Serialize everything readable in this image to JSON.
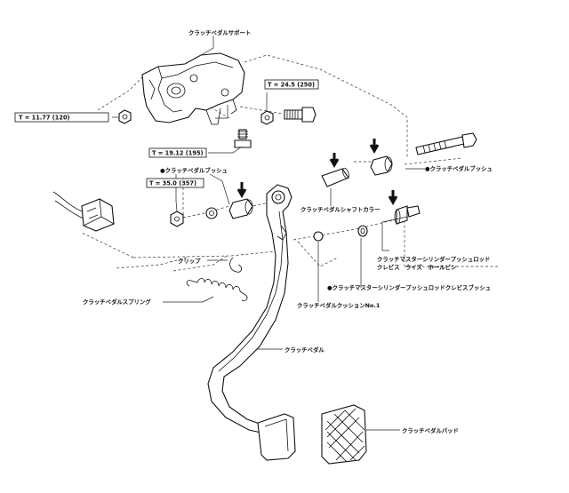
{
  "labels": {
    "support": "クラッチペダルサポート",
    "bush_left": "●クラッチペダルブッシュ",
    "bush_right": "●クラッチペダルブッシュ",
    "shaft_collar": "クラッチペダルシャフトカラー",
    "pushrod_clevis_pin": "クラッチマスターシリンダープッシュロッド\nクレビス　ウイズ　ホールピン",
    "clip": "クリップ",
    "pushrod_clevis_bush": "●クラッチマスターシリンダープッシュロッドクレビスブッシュ",
    "spring": "クラッチペダルスプリング",
    "cushion": "クラッチペダルクッションNo.1",
    "pedal": "クラッチペダル",
    "pad": "クラッチペダルパッド"
  },
  "torque_specs": {
    "t1": "T = 11.77 (120)",
    "t2": "T = 24.5 (250)",
    "t3": "T = 19.12 (195)",
    "t4": "T = 35.0 (357)"
  }
}
